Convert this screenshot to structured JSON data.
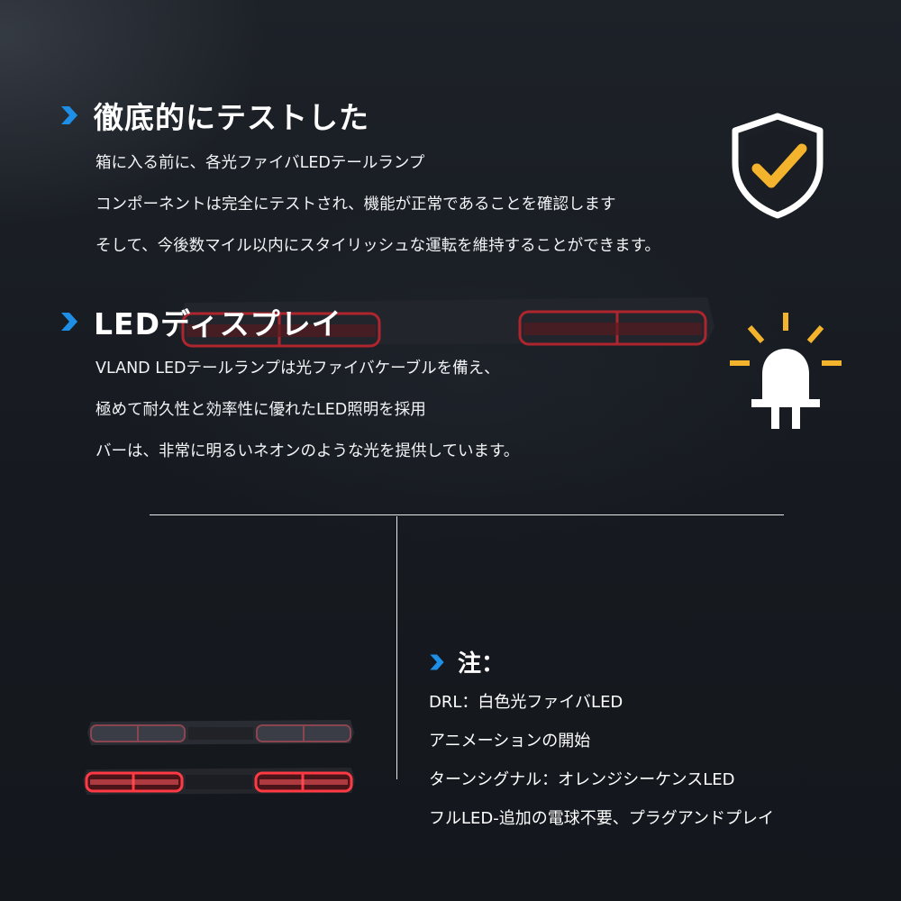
{
  "section1": {
    "title": "徹底的にテストした",
    "lines": [
      "箱に入る前に、各光ファイバLEDテールランプ",
      "コンポーネントは完全にテストされ、機能が正常であることを確認します",
      "そして、今後数マイル以内にスタイリッシュな運転を維持することができます。"
    ]
  },
  "section2": {
    "title": "LEDディスプレイ",
    "lines": [
      "VLAND LEDテールランプは光ファイバケーブルを備え、",
      "極めて耐久性と効率性に優れたLED照明を採用",
      "バーは、非常に明るいネオンのような光を提供しています。"
    ]
  },
  "notes": {
    "title": "注：",
    "items": [
      "DRL：白色光ファイバLED",
      "アニメーションの開始",
      "ターンシグナル：オレンジシーケンスLED",
      "フルLED-追加の電球不要、プラグアンドプレイ"
    ]
  },
  "icons": {
    "heading_chevron": "chevron-right-icon",
    "shield": "shield-check-icon",
    "bulb": "led-bulb-icon"
  },
  "colors": {
    "accent_blue": "#1e8fe6",
    "accent_yellow": "#f3b32c",
    "background": "#171b21",
    "lamp_red": "#e0303a"
  }
}
